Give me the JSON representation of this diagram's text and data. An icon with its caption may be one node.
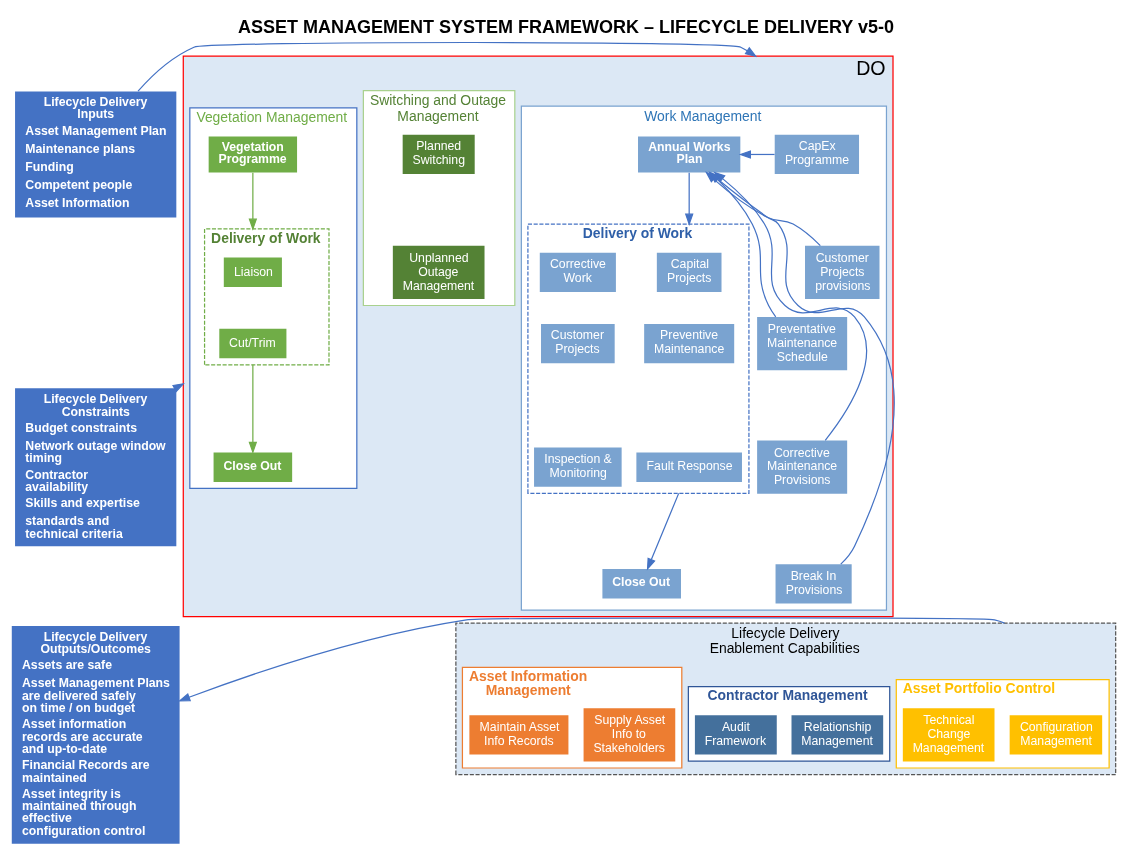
{
  "diagram": {
    "title": "ASSET MANAGEMENT SYSTEM FRAMEWORK – LIFECYCLE DELIVERY v5-0",
    "nodes": [
      {
        "text": [
          "Lifecycle Delivery Inputs",
          "Asset Management Plan",
          "Maintenance plans",
          "Funding",
          "Competent people",
          "Asset Information"
        ]
      },
      {
        "text": [
          "Lifecycle Delivery Constraints",
          "Budget constraints",
          "Network outage window timing",
          "Contractor availability",
          "Skills and expertise",
          "standards and technical criteria"
        ]
      },
      {
        "text": [
          "Lifecycle Delivery Outputs/Outcomes",
          "Assets are safe",
          "Asset Management Plans are delivered safely on time / on budget",
          "Asset information records are accurate and up-to-date",
          "Financial Records are maintained",
          "Asset integrity is maintained through effective configuration control"
        ]
      },
      {
        "text": [
          "DO"
        ]
      },
      {
        "text": [
          "Work Management"
        ],
        "in": 3
      },
      {
        "text": [
          "CapEx Programme"
        ],
        "in": 4
      },
      {
        "text": [
          "Customer Projects provisions"
        ],
        "in": 4
      },
      {
        "text": [
          "Preventative Maintenance Schedule"
        ],
        "in": 4
      },
      {
        "text": [
          "Corrective Maintenance Provisions"
        ],
        "in": 4
      },
      {
        "text": [
          "Break In Provisions"
        ],
        "in": 4
      },
      {
        "text": [
          "Annual Works Plan"
        ],
        "in": 4
      },
      {
        "text": [
          "Delivery of Work"
        ],
        "in": 4
      },
      {
        "text": [
          "Capital Projects"
        ],
        "in": 11
      },
      {
        "text": [
          "Corrective Work"
        ],
        "in": 11
      },
      {
        "text": [
          "Preventive Maintenance"
        ],
        "in": 11
      },
      {
        "text": [
          "Customer Projects"
        ],
        "in": 11
      },
      {
        "text": [
          "Fault Response"
        ],
        "in": 11
      },
      {
        "text": [
          "Inspection & Monitoring"
        ],
        "in": 11
      },
      {
        "text": [
          "Close Out"
        ],
        "in": 4
      },
      {
        "text": [
          "Switching and Outage Management"
        ],
        "in": 3
      },
      {
        "text": [
          "Planned Switching"
        ],
        "in": 19
      },
      {
        "text": [
          "Unplanned Outage Management"
        ],
        "in": 19
      },
      {
        "text": [
          "Vegetation Management"
        ],
        "in": 3
      },
      {
        "text": [
          "Vegetation Programme"
        ],
        "in": 22
      },
      {
        "text": [
          "Delivery of Work"
        ],
        "in": 22
      },
      {
        "text": [
          "Liaison"
        ],
        "in": 24
      },
      {
        "text": [
          "Cut/Trim"
        ],
        "in": 24
      },
      {
        "text": [
          "Close Out"
        ],
        "in": 22
      },
      {
        "text": [
          "Lifecycle Delivery Enablement Capabilities"
        ]
      },
      {
        "text": [
          "Asset Portfolio Control"
        ],
        "in": 28
      },
      {
        "text": [
          "Configuration Management"
        ],
        "in": 29
      },
      {
        "text": [
          "Technical Change Management"
        ],
        "in": 29
      },
      {
        "text": [
          "Contractor Management"
        ],
        "in": 28
      },
      {
        "text": [
          "Relationship Management"
        ],
        "in": 32
      },
      {
        "text": [
          "Audit Framework"
        ],
        "in": 32
      },
      {
        "text": [
          "Asset Information Management"
        ],
        "in": 28
      },
      {
        "text": [
          "Supply Asset Info to Stakeholders"
        ],
        "in": 35
      },
      {
        "text": [
          "Maintain Asset Info Records"
        ],
        "in": 35
      }
    ],
    "edges": [
      {
        "from": 0,
        "to": 3,
        "arrow": "to"
      },
      {
        "from": 1,
        "to": 3,
        "arrow": "to"
      },
      {
        "from": 28,
        "to": 2,
        "arrow": "to"
      },
      {
        "from": 5,
        "to": 10,
        "arrow": "to"
      },
      {
        "from": 6,
        "to": 10,
        "arrow": "to"
      },
      {
        "from": 7,
        "to": 10,
        "arrow": "to"
      },
      {
        "from": 8,
        "to": 10,
        "arrow": "to"
      },
      {
        "from": 9,
        "to": 10,
        "arrow": "to"
      },
      {
        "from": 10,
        "to": 11,
        "arrow": "to"
      },
      {
        "from": 11,
        "to": 18,
        "arrow": "to"
      },
      {
        "from": 23,
        "to": 24,
        "arrow": "to",
        "color": "#70ad47"
      },
      {
        "from": 24,
        "to": 27,
        "arrow": "to",
        "color": "#70ad47"
      }
    ]
  }
}
